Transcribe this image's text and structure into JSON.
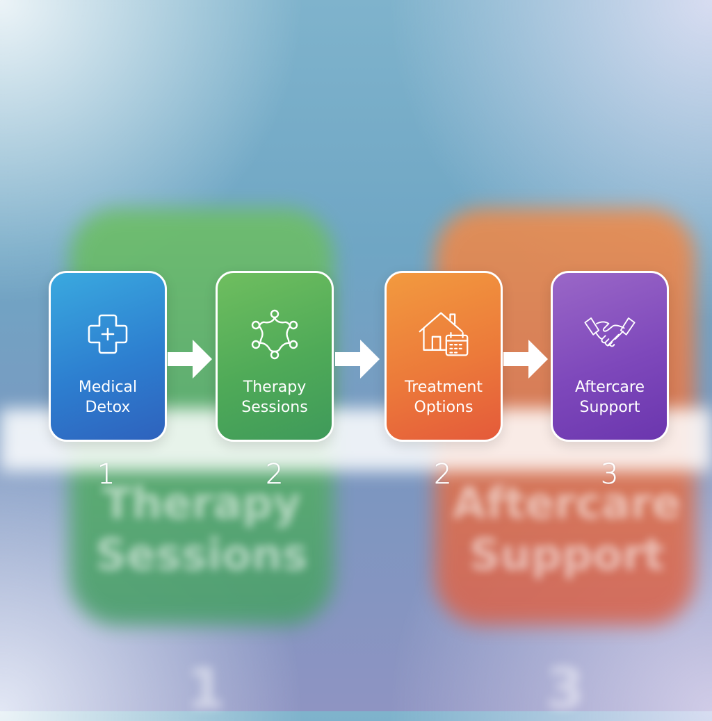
{
  "steps": [
    {
      "label_line1": "Medical",
      "label_line2": "Detox",
      "icon": "medical-cross-icon",
      "color": "#2d7fd0",
      "number": "1"
    },
    {
      "label_line1": "Therapy",
      "label_line2": "Sessions",
      "icon": "group-network-icon",
      "color": "#4faa58",
      "number": "2"
    },
    {
      "label_line1": "Treatment",
      "label_line2": "Options",
      "icon": "house-calendar-icon",
      "color": "#ec7a3a",
      "number": "2"
    },
    {
      "label_line1": "Aftercare",
      "label_line2": "Support",
      "icon": "handshake-icon",
      "color": "#7e48bb",
      "number": "3"
    }
  ],
  "background": {
    "left_panel_line1": "Therapy",
    "left_panel_line2": "Sessions",
    "left_panel_number": "1",
    "right_panel_line1": "Aftercare",
    "right_panel_line2": "Support",
    "right_panel_number": "3"
  }
}
